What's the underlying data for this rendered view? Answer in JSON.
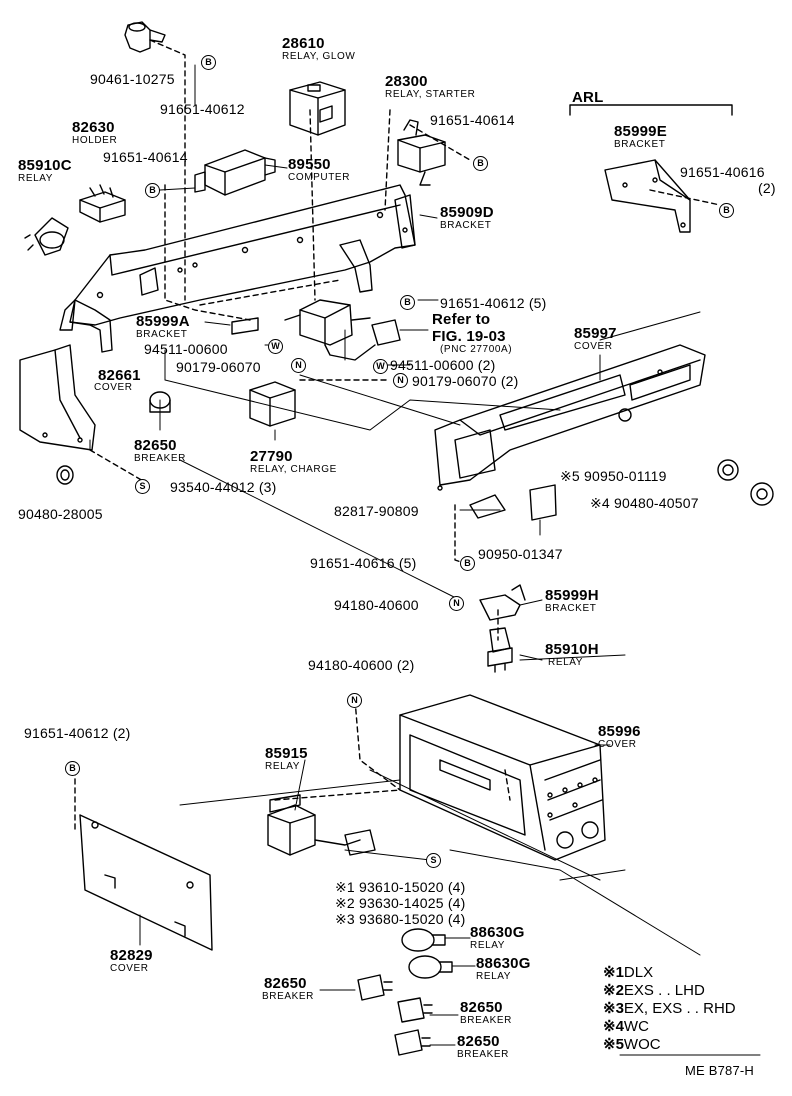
{
  "labels": {
    "p90461": "90461-10275",
    "p91651a": "91651-40612",
    "p28610": "28610",
    "p28610_sub": "RELAY, GLOW",
    "p28300": "28300",
    "p28300_sub": "RELAY, STARTER",
    "p91651b": "91651-40614",
    "arl": "ARL",
    "p85999e": "85999E",
    "p85999e_sub": "BRACKET",
    "p91651c": "91651-40616",
    "p91651c_qty": "(2)",
    "p82630": "82630",
    "p82630_sub": "HOLDER",
    "p91651d": "91651-40614",
    "p89550": "89550",
    "p89550_sub": "COMPUTER",
    "p85910c": "85910C",
    "p85910c_sub": "RELAY",
    "p85909d": "85909D",
    "p85909d_sub": "BRACKET",
    "p91651e": "91651-40612 (5)",
    "p85999a": "85999A",
    "p85999a_sub": "BRACKET",
    "refer1": "Refer to",
    "refer2": "FIG. 19-03",
    "refer3": "(PNC 27700A)",
    "p85997": "85997",
    "p85997_sub": "COVER",
    "p94511a": "94511-00600",
    "p94511b": "94511-00600 (2)",
    "p90179a": "90179-06070",
    "p90179b": "90179-06070 (2)",
    "p82661": "82661",
    "p82661_sub": "COVER",
    "p82650a": "82650",
    "p82650a_sub": "BREAKER",
    "p27790": "27790",
    "p27790_sub": "RELAY, CHARGE",
    "p93540": "93540-44012 (3)",
    "p90950a": "※5 90950-01119",
    "p90480a": "※4 90480-40507",
    "p90480b": "90480-28005",
    "p82817": "82817-90809",
    "p90950b": "90950-01347",
    "p91651f": "91651-40616 (5)",
    "p94180a": "94180-40600",
    "p85999h": "85999H",
    "p85999h_sub": "BRACKET",
    "p85910h": "85910H",
    "p85910h_sub": "RELAY",
    "p94180b": "94180-40600 (2)",
    "p91651g": "91651-40612 (2)",
    "p85996": "85996",
    "p85996_sub": "COVER",
    "p85915": "85915",
    "p85915_sub": "RELAY",
    "p93610": "※1 93610-15020 (4)",
    "p93630": "※2 93630-14025 (4)",
    "p93680": "※3 93680-15020 (4)",
    "p88630a": "88630G",
    "p88630a_sub": "RELAY",
    "p88630b": "88630G",
    "p88630b_sub": "RELAY",
    "p82829": "82829",
    "p82829_sub": "COVER",
    "p82650b": "82650",
    "p82650b_sub": "BREAKER",
    "p82650c": "82650",
    "p82650c_sub": "BREAKER",
    "p82650d": "82650",
    "p82650d_sub": "BREAKER",
    "footer": "ME B787-H"
  },
  "legend": [
    {
      "mark": "※1",
      "text": "DLX"
    },
    {
      "mark": "※2",
      "text": "EXS . . LHD"
    },
    {
      "mark": "※3",
      "text": "EX, EXS . . RHD"
    },
    {
      "mark": "※4",
      "text": "WC"
    },
    {
      "mark": "※5",
      "text": "WOC"
    }
  ],
  "markers": {
    "b": "B",
    "w": "W",
    "n": "N",
    "s": "S"
  }
}
